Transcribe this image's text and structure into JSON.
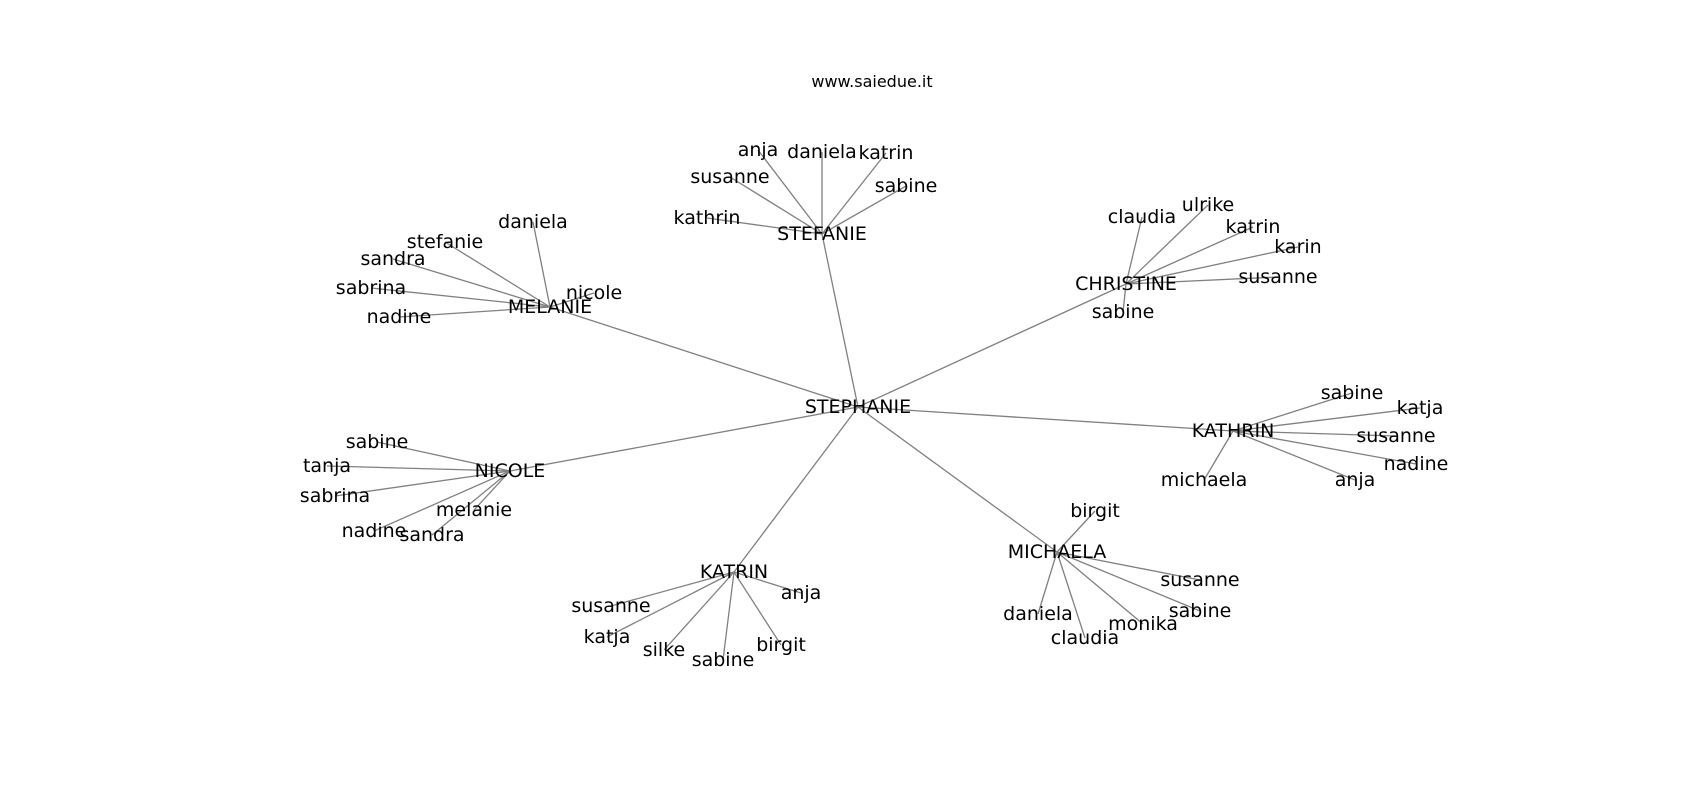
{
  "title": "www.saiedue.it",
  "colors": {
    "edge": "#808080",
    "text": "#000000",
    "background": "#ffffff"
  },
  "root": "STEPHANIE",
  "groups": [
    {
      "hub": "STEFANIE",
      "leaves": [
        "anja",
        "daniela",
        "katrin",
        "susanne",
        "sabine",
        "kathrin"
      ]
    },
    {
      "hub": "MELANIE",
      "leaves": [
        "daniela",
        "stefanie",
        "sandra",
        "sabrina",
        "nadine",
        "nicole"
      ]
    },
    {
      "hub": "CHRISTINE",
      "leaves": [
        "claudia",
        "ulrike",
        "katrin",
        "karin",
        "susanne",
        "sabine"
      ]
    },
    {
      "hub": "KATHRIN",
      "leaves": [
        "sabine",
        "katja",
        "susanne",
        "nadine",
        "anja",
        "michaela"
      ]
    },
    {
      "hub": "NICOLE",
      "leaves": [
        "sabine",
        "tanja",
        "sabrina",
        "melanie",
        "nadine",
        "sandra"
      ]
    },
    {
      "hub": "KATRIN",
      "leaves": [
        "susanne",
        "anja",
        "katja",
        "silke",
        "sabine",
        "birgit"
      ]
    },
    {
      "hub": "MICHAELA",
      "leaves": [
        "birgit",
        "susanne",
        "sabine",
        "daniela",
        "monika",
        "claudia"
      ]
    }
  ]
}
